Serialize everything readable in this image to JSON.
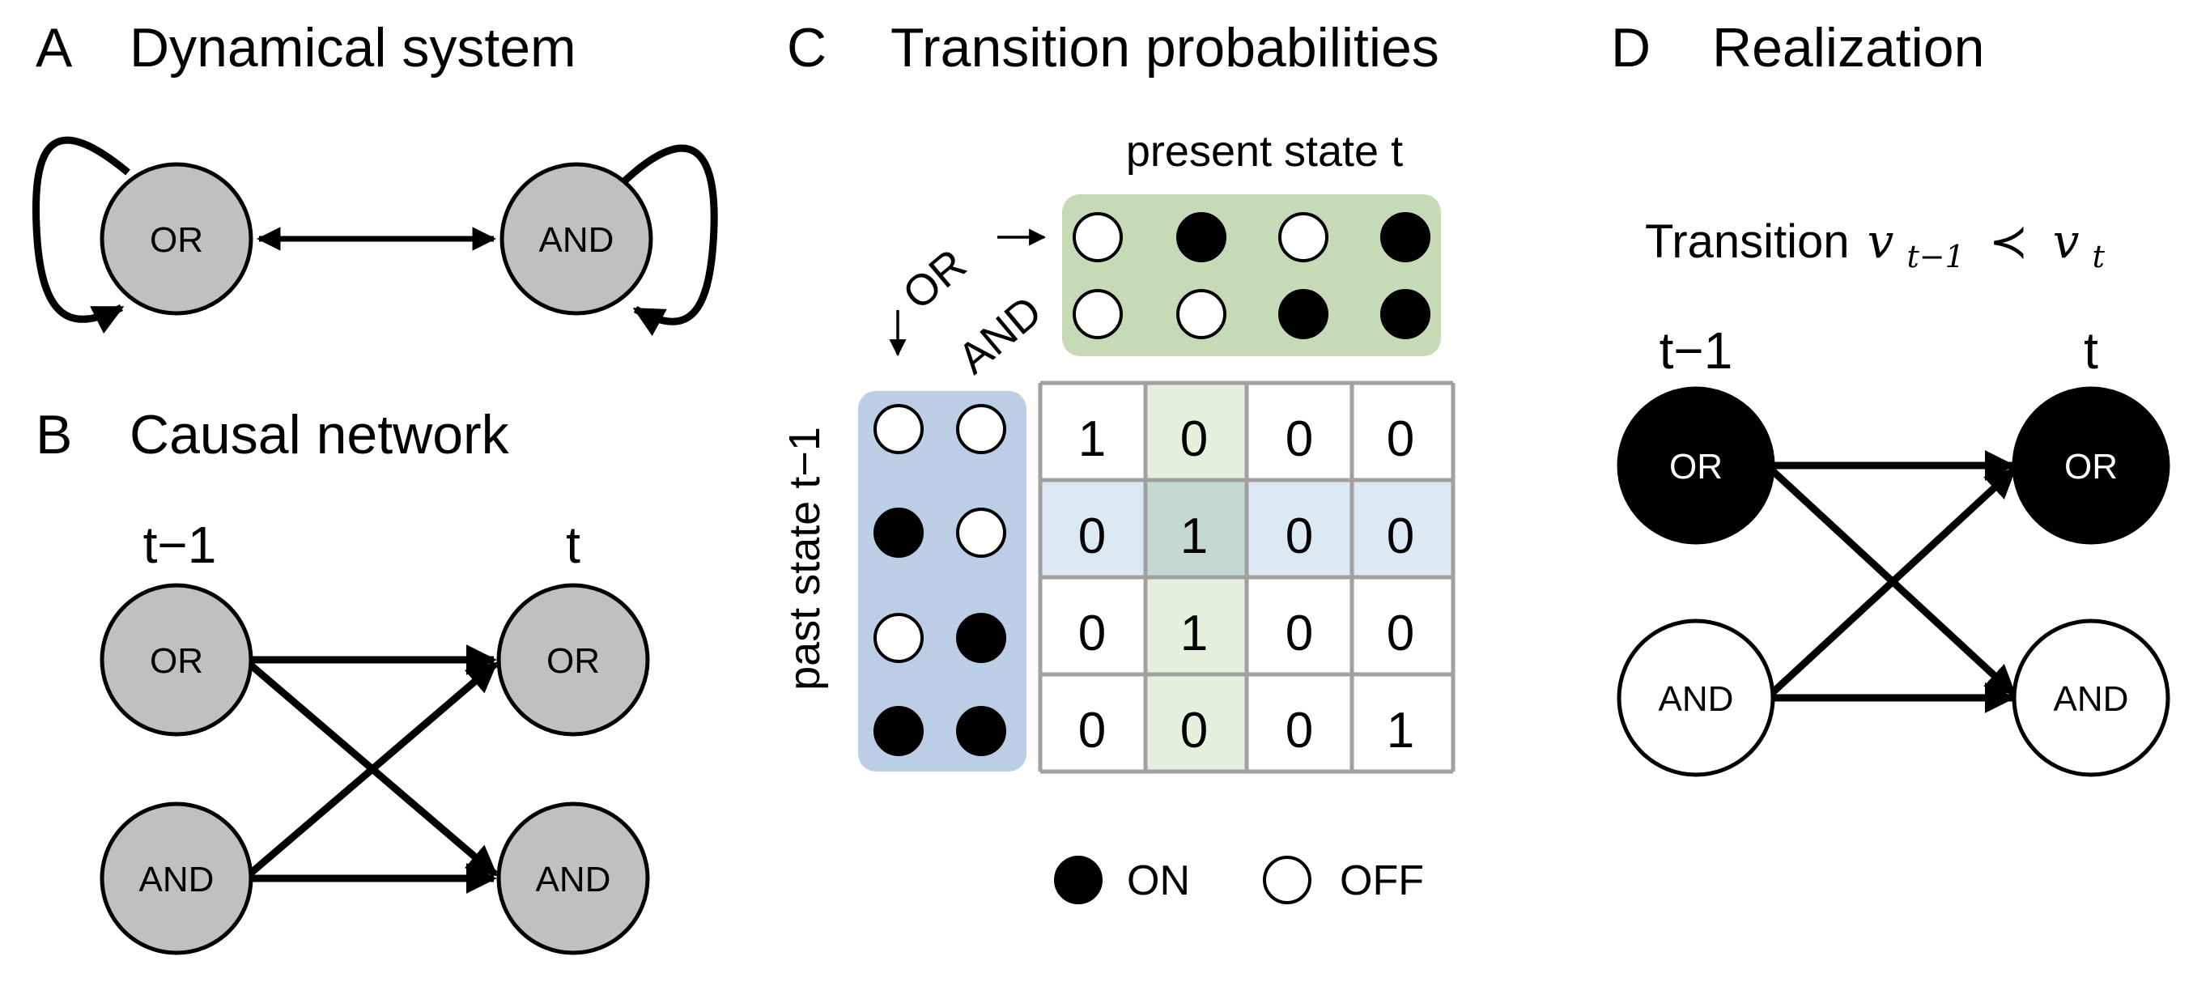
{
  "panels": {
    "a": {
      "letter": "A",
      "title": "Dynamical system"
    },
    "b": {
      "letter": "B",
      "title": "Causal network"
    },
    "c": {
      "letter": "C",
      "title": "Transition probabilities"
    },
    "d": {
      "letter": "D",
      "title": "Realization"
    }
  },
  "nodes": {
    "or": "OR",
    "and": "AND"
  },
  "time": {
    "past": "t−1",
    "present": "t"
  },
  "matrix": {
    "present_axis": "present state t",
    "past_axis": "past state t−1",
    "row_or": "OR",
    "row_and": "AND",
    "states": [
      [
        0,
        0
      ],
      [
        1,
        0
      ],
      [
        0,
        1
      ],
      [
        1,
        1
      ]
    ],
    "values": [
      [
        "1",
        "0",
        "0",
        "0"
      ],
      [
        "0",
        "1",
        "0",
        "0"
      ],
      [
        "0",
        "1",
        "0",
        "0"
      ],
      [
        "0",
        "0",
        "0",
        "1"
      ]
    ],
    "highlight_column": 1,
    "highlight_row": 1
  },
  "legend": {
    "on": "ON",
    "off": "OFF"
  },
  "realization": {
    "prefix": "Transition ",
    "v": "v",
    "sub_past": "t−1",
    "relation": "≺",
    "sub_present": "t",
    "state": {
      "or": "ON",
      "and": "OFF"
    }
  },
  "colors": {
    "node_gray": "#c0c0c0",
    "present_box": "#c6dab8",
    "past_box": "#bccde6",
    "col_highlight": "#e6efdd",
    "row_highlight": "#dce9f2",
    "cross_highlight": "#c5d9d4",
    "grid": "#a0a0a0",
    "on": "#000000",
    "off": "#ffffff"
  }
}
